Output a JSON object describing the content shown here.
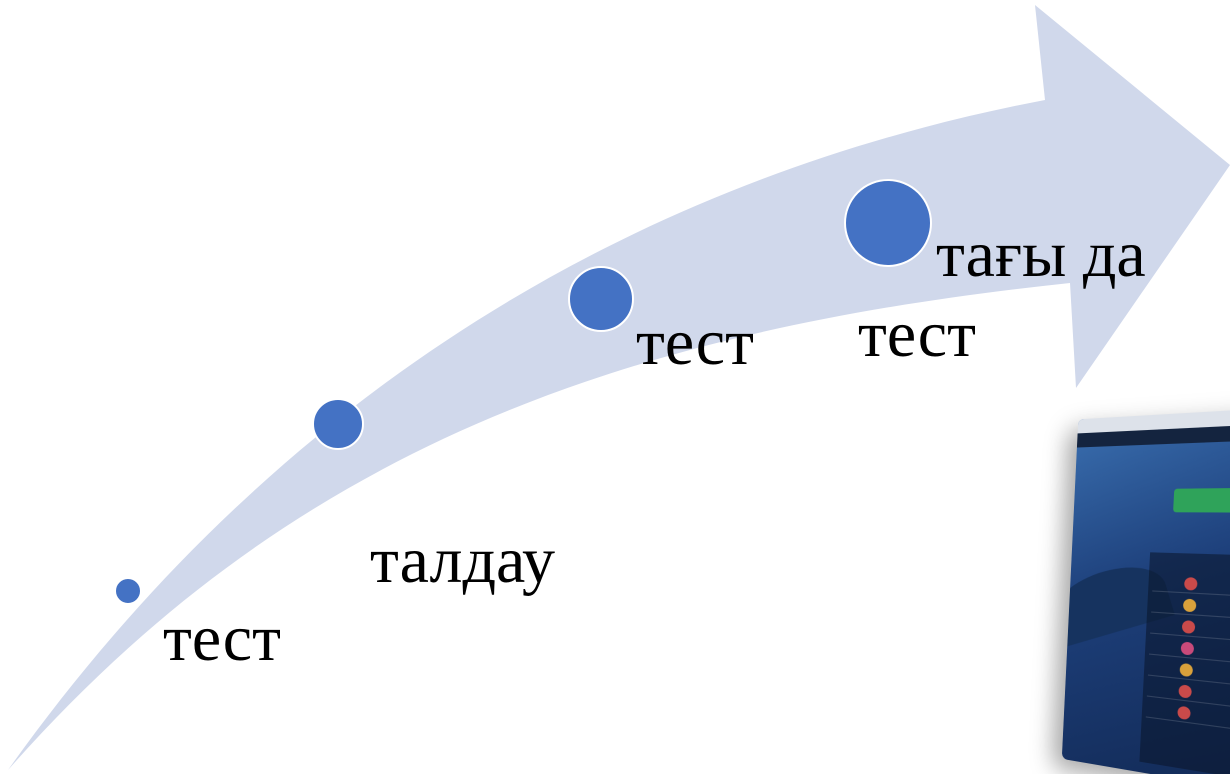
{
  "diagram": {
    "arrow_color": "#d0d8eb",
    "dot_color": "#4472c4",
    "dot_stroke": "#ffffff",
    "steps": [
      {
        "label": "тест"
      },
      {
        "label": "талдау"
      },
      {
        "label": "тест"
      },
      {
        "label": "тағы да тест"
      }
    ]
  },
  "thumbnail": {
    "icon": "app-screenshot-icon"
  }
}
